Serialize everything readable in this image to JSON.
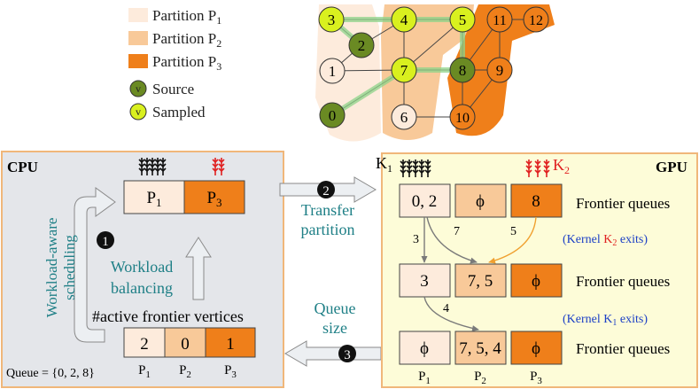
{
  "colors": {
    "p1": "#fdebdc",
    "p2": "#f8c999",
    "p3": "#ef7f1a",
    "source": "#6a8a23",
    "sampled": "#d9f01f",
    "cpu_bg": "#e4e6ea",
    "gpu_bg": "#fdfcd8",
    "teal_text": "#1e7f86",
    "kernel_note": "#1b3fc6",
    "kernel_red": "#e02020",
    "edge_highlight": "#8fd48a",
    "arrow_fill": "#eceff2"
  },
  "legend": {
    "items": [
      {
        "label": "Partition P",
        "sub": "1"
      },
      {
        "label": "Partition P",
        "sub": "2"
      },
      {
        "label": "Partition P",
        "sub": "3"
      },
      {
        "label": "Source",
        "glyph": "v"
      },
      {
        "label": "Sampled",
        "glyph": "v"
      }
    ]
  },
  "graph": {
    "nodes": [
      "3",
      "4",
      "5",
      "11",
      "12",
      "2",
      "1",
      "7",
      "8",
      "9",
      "0",
      "6",
      "10"
    ]
  },
  "cpu": {
    "title": "CPU",
    "scheduling_label": "Workload-aware scheduling",
    "step1": "1",
    "balancing_label": "Workload balancing",
    "queue_cells": [
      "P",
      "P"
    ],
    "queue_subs": [
      "1",
      "3"
    ],
    "active_label": "#active frontier vertices",
    "counts": [
      "2",
      "0",
      "1"
    ],
    "count_labels": [
      {
        "p": "P",
        "s": "1"
      },
      {
        "p": "P",
        "s": "2"
      },
      {
        "p": "P",
        "s": "3"
      }
    ],
    "queue_text": "Queue = {0, 2, 8}"
  },
  "transfer": {
    "step2": "2",
    "label_line1": "Transfer",
    "label_line2": "partition",
    "step3": "3",
    "qsize_line1": "Queue",
    "qsize_line2": "size"
  },
  "gpu": {
    "title": "GPU",
    "k1": "K",
    "k1_sub": "1",
    "k2": "K",
    "k2_sub": "2",
    "row1": [
      "0, 2",
      "ϕ",
      "8"
    ],
    "row2": [
      "3",
      "7, 5",
      "ϕ"
    ],
    "row3": [
      "ϕ",
      "7, 5, 4",
      "ϕ"
    ],
    "frontier_label": "Frontier queues",
    "edge_labels": [
      "3",
      "7",
      "5",
      "4"
    ],
    "k2_exit": {
      "pre": "(Kernel ",
      "k": "K",
      "sub": "2",
      "post": " exits)"
    },
    "k1_exit": {
      "pre": "(Kernel ",
      "k": "K",
      "sub": "1",
      "post": " exits)"
    },
    "col_labels": [
      {
        "p": "P",
        "s": "1"
      },
      {
        "p": "P",
        "s": "2"
      },
      {
        "p": "P",
        "s": "3"
      }
    ]
  }
}
